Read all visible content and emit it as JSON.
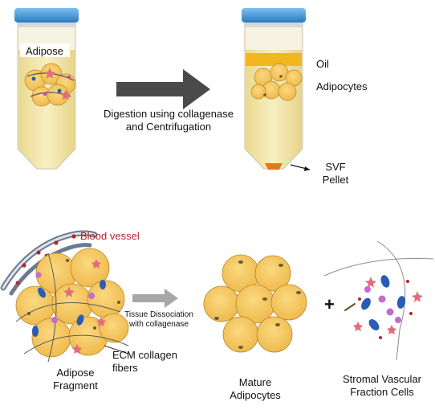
{
  "top": {
    "tube_left_label": "Adipose",
    "process_line1": "Digestion using collagenase",
    "process_line2": "and Centrifugation",
    "oil_label": "Oil",
    "adipocytes_label": "Adipocytes",
    "svf_line1": "SVF",
    "svf_line2": "Pellet"
  },
  "bottom": {
    "blood_vessel_label": "Blood vessel",
    "dissociation_line1": "Tissue Dissociation",
    "dissociation_line2": "with collagenase",
    "ecm_line1": "ECM collagen",
    "ecm_line2": "fibers",
    "fragment_line1": "Adipose",
    "fragment_line2": "Fragment",
    "mature_line1": "Mature",
    "mature_line2": "Adipocytes",
    "plus_sign": "+",
    "svf_cells_line1": "Stromal Vascular",
    "svf_cells_line2": "Fraction Cells"
  },
  "colors": {
    "cap_blue": "#3b8fd4",
    "tube_fluid": "#f3e5a8",
    "oil_layer": "#f2b61e",
    "cell_fill": "#f6c960",
    "pellet": "#e07b1a",
    "arrow_gray": "#4a4a4a",
    "blood_red": "#b0282a"
  }
}
